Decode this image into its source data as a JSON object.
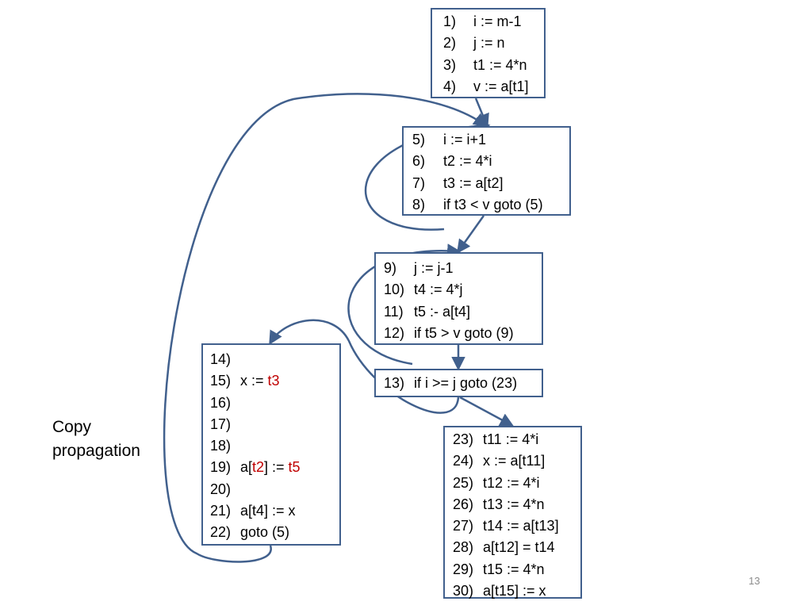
{
  "blocks": {
    "b1": [
      {
        "num": "1)",
        "code": "i := m-1"
      },
      {
        "num": "2)",
        "code": "j := n"
      },
      {
        "num": "3)",
        "code": "t1 := 4*n"
      },
      {
        "num": "4)",
        "code": "v := a[t1]"
      }
    ],
    "b2": [
      {
        "num": "5)",
        "code": "i := i+1"
      },
      {
        "num": "6)",
        "code": "t2 := 4*i"
      },
      {
        "num": "7)",
        "code": "t3 := a[t2]"
      },
      {
        "num": "8)",
        "code": "if t3 < v goto (5)"
      }
    ],
    "b3": [
      {
        "num": "9)",
        "code": "j := j-1"
      },
      {
        "num": "10)",
        "code": "t4 := 4*j"
      },
      {
        "num": "11)",
        "code": "t5 :- a[t4]"
      },
      {
        "num": "12)",
        "code": "if t5 > v goto (9)"
      }
    ],
    "b4": [
      {
        "num": "13)",
        "code": "if i >= j goto (23)"
      }
    ],
    "b5": [
      {
        "num": "23)",
        "code": "t11 := 4*i"
      },
      {
        "num": "24)",
        "code": "x := a[t11]"
      },
      {
        "num": "25)",
        "code": "t12 := 4*i"
      },
      {
        "num": "26)",
        "code": "t13 := 4*n"
      },
      {
        "num": "27)",
        "code": "t14 := a[t13]"
      },
      {
        "num": "28)",
        "code": "a[t12] = t14"
      },
      {
        "num": "29)",
        "code": "t15 := 4*n"
      },
      {
        "num": "30)",
        "code": "a[t15] := x"
      }
    ],
    "b6": [
      {
        "num": "14)",
        "parts": []
      },
      {
        "num": "15)",
        "parts": [
          {
            "t": "x := "
          },
          {
            "t": "t3",
            "red": true
          }
        ]
      },
      {
        "num": "16)",
        "parts": []
      },
      {
        "num": "17)",
        "parts": []
      },
      {
        "num": "18)",
        "parts": []
      },
      {
        "num": "19)",
        "parts": [
          {
            "t": "a["
          },
          {
            "t": "t2",
            "red": true
          },
          {
            "t": "] := "
          },
          {
            "t": "t5",
            "red": true
          }
        ]
      },
      {
        "num": "20)",
        "parts": []
      },
      {
        "num": "21)",
        "parts": [
          {
            "t": "a[t4] := x"
          }
        ]
      },
      {
        "num": "22)",
        "parts": [
          {
            "t": "goto (5)"
          }
        ]
      }
    ]
  },
  "label": "Copy\npropagation",
  "page_number": "13",
  "colors": {
    "edge": "#41608d",
    "highlight": "#c00000",
    "page_number": "#8c8c8c"
  }
}
